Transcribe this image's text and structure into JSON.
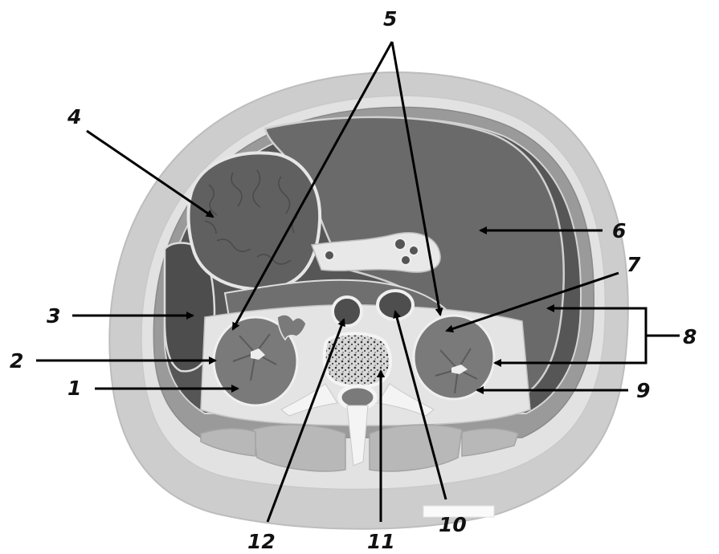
{
  "labels": {
    "l1": "1",
    "l2": "2",
    "l3": "3",
    "l4": "4",
    "l5": "5",
    "l6": "6",
    "l7": "7",
    "l8": "8",
    "l9": "9",
    "l10": "10",
    "l11": "11",
    "l12": "12"
  },
  "colors": {
    "skin": "#cdcdcd",
    "fat": "#e2e2e2",
    "muscle_wall": "#9a9a9a",
    "cavity": "#565656",
    "organ_dark": "#5f5f5f",
    "liver": "#6a6a6a",
    "kidney": "#7a7a7a",
    "bone": "#f4f4f4",
    "membrane": "#e8e8e8"
  }
}
